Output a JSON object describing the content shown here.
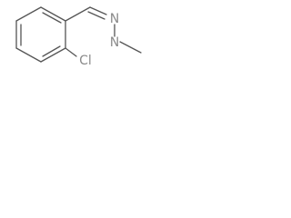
{
  "molecule": {
    "atoms": {
      "imine_n": "N",
      "amine_n": "N",
      "chlorine": "Cl"
    },
    "colors": {
      "bond": "#555555",
      "label": "#8a8a8a"
    }
  }
}
